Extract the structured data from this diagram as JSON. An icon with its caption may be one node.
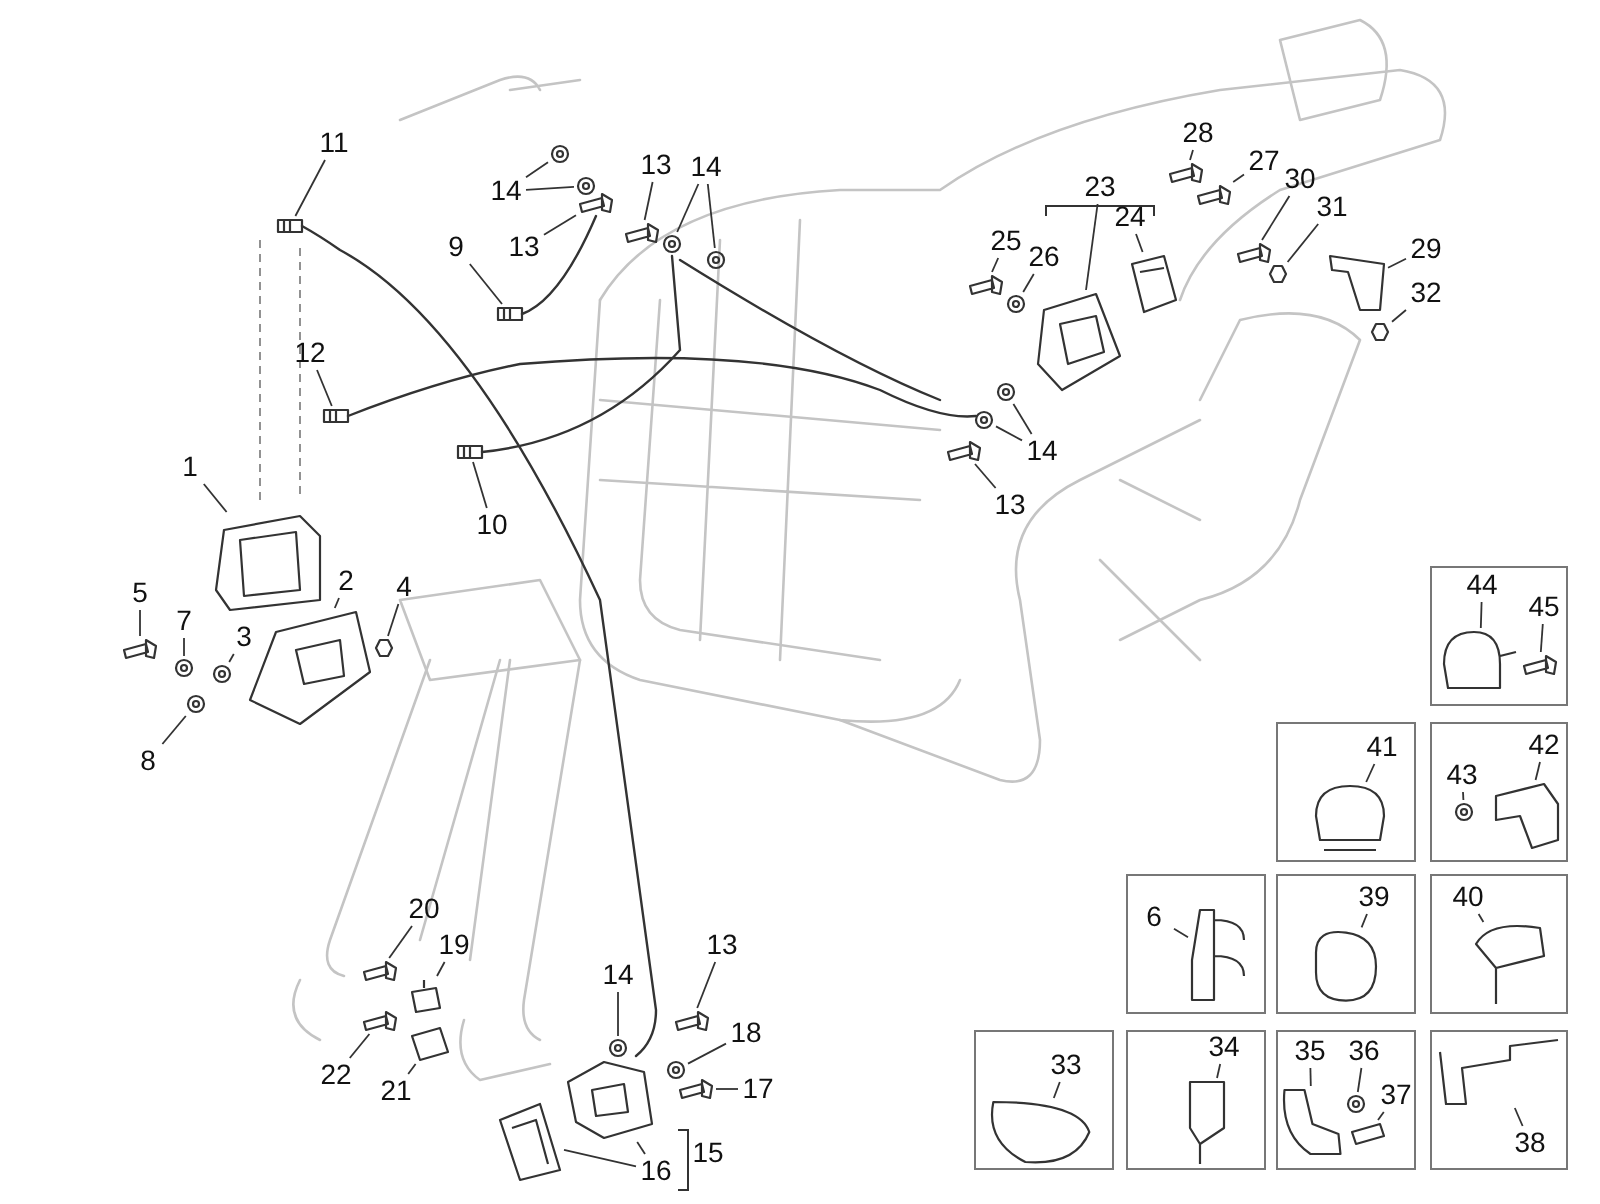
{
  "diagram": {
    "nodes": [
      {
        "text": [
          "11"
        ]
      },
      {
        "text": [
          "14"
        ]
      },
      {
        "text": [
          "9"
        ]
      },
      {
        "text": [
          "13"
        ]
      },
      {
        "text": [
          "13"
        ]
      },
      {
        "text": [
          "14"
        ]
      },
      {
        "text": [
          "28"
        ]
      },
      {
        "text": [
          "27"
        ]
      },
      {
        "text": [
          "30"
        ]
      },
      {
        "text": [
          "23"
        ]
      },
      {
        "text": [
          "31"
        ]
      },
      {
        "text": [
          "25"
        ]
      },
      {
        "text": [
          "24"
        ]
      },
      {
        "text": [
          "26"
        ]
      },
      {
        "text": [
          "29"
        ]
      },
      {
        "text": [
          "32"
        ]
      },
      {
        "text": [
          "12"
        ]
      },
      {
        "text": [
          "14"
        ]
      },
      {
        "text": [
          "1"
        ]
      },
      {
        "text": [
          "13"
        ]
      },
      {
        "text": [
          "10"
        ]
      },
      {
        "text": [
          "2"
        ]
      },
      {
        "text": [
          "4"
        ]
      },
      {
        "text": [
          "5"
        ]
      },
      {
        "text": [
          "7"
        ]
      },
      {
        "text": [
          "3"
        ]
      },
      {
        "text": [
          "8"
        ]
      },
      {
        "text": [],
        "shape": "box"
      },
      {
        "text": [
          "44"
        ],
        "in": 27
      },
      {
        "text": [
          "45"
        ],
        "in": 27
      },
      {
        "text": [],
        "shape": "box"
      },
      {
        "text": [
          "41"
        ],
        "in": 30
      },
      {
        "text": [],
        "shape": "box"
      },
      {
        "text": [
          "42"
        ],
        "in": 32
      },
      {
        "text": [
          "43"
        ],
        "in": 32
      },
      {
        "text": [
          "20"
        ]
      },
      {
        "text": [
          "19"
        ]
      },
      {
        "text": [
          "13"
        ]
      },
      {
        "text": [
          "14"
        ]
      },
      {
        "text": [],
        "shape": "box"
      },
      {
        "text": [
          "6"
        ],
        "in": 39
      },
      {
        "text": [],
        "shape": "box"
      },
      {
        "text": [
          "39"
        ],
        "in": 41
      },
      {
        "text": [],
        "shape": "box"
      },
      {
        "text": [
          "40"
        ],
        "in": 43
      },
      {
        "text": [
          "18"
        ]
      },
      {
        "text": [
          "22"
        ]
      },
      {
        "text": [
          "21"
        ]
      },
      {
        "text": [
          "17"
        ]
      },
      {
        "text": [],
        "shape": "box"
      },
      {
        "text": [
          "33"
        ],
        "in": 49
      },
      {
        "text": [],
        "shape": "box"
      },
      {
        "text": [
          "34"
        ],
        "in": 51
      },
      {
        "text": [],
        "shape": "box"
      },
      {
        "text": [
          "35"
        ],
        "in": 53
      },
      {
        "text": [
          "36"
        ],
        "in": 53
      },
      {
        "text": [
          "37"
        ],
        "in": 53
      },
      {
        "text": [],
        "shape": "box"
      },
      {
        "text": [
          "38"
        ],
        "in": 57
      },
      {
        "text": [
          "15"
        ]
      },
      {
        "text": [
          "16"
        ]
      },
      {
        "text": [],
        "shape": "picture"
      },
      {
        "text": [],
        "shape": "picture"
      },
      {
        "text": [],
        "shape": "picture"
      },
      {
        "text": [],
        "shape": "picture"
      },
      {
        "text": [],
        "shape": "picture"
      },
      {
        "text": [],
        "shape": "picture"
      },
      {
        "text": [],
        "shape": "picture"
      },
      {
        "text": [],
        "shape": "picture"
      },
      {
        "text": [],
        "shape": "picture"
      },
      {
        "text": [],
        "shape": "picture"
      },
      {
        "text": [],
        "shape": "picture"
      },
      {
        "text": [],
        "shape": "picture"
      },
      {
        "text": [],
        "shape": "picture"
      },
      {
        "text": [],
        "shape": "picture"
      },
      {
        "text": [],
        "shape": "picture"
      },
      {
        "text": [],
        "shape": "picture"
      },
      {
        "text": [],
        "shape": "picture"
      },
      {
        "text": [],
        "shape": "picture"
      },
      {
        "text": [],
        "shape": "picture"
      },
      {
        "text": [],
        "shape": "picture"
      },
      {
        "text": [],
        "shape": "picture"
      },
      {
        "text": [],
        "shape": "picture"
      },
      {
        "text": [],
        "shape": "picture"
      },
      {
        "text": [],
        "shape": "picture"
      },
      {
        "text": [],
        "shape": "picture"
      },
      {
        "text": [],
        "shape": "picture"
      },
      {
        "text": [],
        "shape": "picture"
      },
      {
        "text": [],
        "shape": "picture"
      },
      {
        "text": [],
        "shape": "picture"
      },
      {
        "text": [],
        "shape": "picture"
      },
      {
        "text": [],
        "shape": "picture",
        "in": 27
      },
      {
        "text": [],
        "shape": "picture",
        "in": 27
      },
      {
        "text": [],
        "shape": "picture",
        "in": 30
      },
      {
        "text": [],
        "shape": "picture",
        "in": 32
      },
      {
        "text": [],
        "shape": "picture",
        "in": 32
      },
      {
        "text": [],
        "shape": "picture"
      },
      {
        "text": [],
        "shape": "picture"
      },
      {
        "text": [],
        "shape": "picture"
      },
      {
        "text": [],
        "shape": "picture"
      },
      {
        "text": [],
        "shape": "picture",
        "in": 39
      },
      {
        "text": [],
        "shape": "picture",
        "in": 41
      },
      {
        "text": [],
        "shape": "picture",
        "in": 43
      },
      {
        "text": [],
        "shape": "picture"
      },
      {
        "text": [],
        "shape": "picture"
      },
      {
        "text": [],
        "shape": "picture"
      },
      {
        "text": [],
        "shape": "picture"
      },
      {
        "text": [],
        "shape": "picture",
        "in": 49
      },
      {
        "text": [],
        "shape": "picture",
        "in": 51
      },
      {
        "text": [],
        "shape": "picture",
        "in": 53
      },
      {
        "text": [],
        "shape": "picture",
        "in": 53
      },
      {
        "text": [],
        "shape": "picture",
        "in": 53
      },
      {
        "text": [],
        "shape": "picture",
        "in": 57
      },
      {
        "text": [],
        "shape": "picture"
      },
      {
        "text": [],
        "shape": "picture"
      }
    ],
    "edges": [
      {
        "from": 0,
        "to": 61,
        "arrow": "none"
      },
      {
        "from": 1,
        "to": 62,
        "arrow": "none"
      },
      {
        "from": 1,
        "to": 63,
        "arrow": "none"
      },
      {
        "from": 2,
        "to": 64,
        "arrow": "none"
      },
      {
        "from": 3,
        "to": 65,
        "arrow": "none"
      },
      {
        "from": 4,
        "to": 66,
        "arrow": "none"
      },
      {
        "from": 5,
        "to": 67,
        "arrow": "none"
      },
      {
        "from": 5,
        "to": 68,
        "arrow": "none"
      },
      {
        "from": 6,
        "to": 69,
        "arrow": "none"
      },
      {
        "from": 7,
        "to": 70,
        "arrow": "none"
      },
      {
        "from": 8,
        "to": 71,
        "arrow": "none"
      },
      {
        "from": 9,
        "to": 72,
        "arrow": "none"
      },
      {
        "from": 10,
        "to": 73,
        "arrow": "none"
      },
      {
        "from": 11,
        "to": 74,
        "arrow": "none"
      },
      {
        "from": 12,
        "to": 75,
        "arrow": "none"
      },
      {
        "from": 13,
        "to": 76,
        "arrow": "none"
      },
      {
        "from": 14,
        "to": 77,
        "arrow": "none"
      },
      {
        "from": 15,
        "to": 78,
        "arrow": "none"
      },
      {
        "from": 16,
        "to": 79,
        "arrow": "none"
      },
      {
        "from": 17,
        "to": 80,
        "arrow": "none"
      },
      {
        "from": 17,
        "to": 81,
        "arrow": "none"
      },
      {
        "from": 18,
        "to": 82,
        "arrow": "none"
      },
      {
        "from": 19,
        "to": 83,
        "arrow": "none"
      },
      {
        "from": 20,
        "to": 84,
        "arrow": "none"
      },
      {
        "from": 21,
        "to": 85,
        "arrow": "none"
      },
      {
        "from": 22,
        "to": 86,
        "arrow": "none"
      },
      {
        "from": 23,
        "to": 87,
        "arrow": "none"
      },
      {
        "from": 24,
        "to": 88,
        "arrow": "none"
      },
      {
        "from": 25,
        "to": 89,
        "arrow": "none"
      },
      {
        "from": 26,
        "to": 90,
        "arrow": "none"
      },
      {
        "from": 28,
        "to": 91,
        "arrow": "none"
      },
      {
        "from": 29,
        "to": 92,
        "arrow": "none"
      },
      {
        "from": 31,
        "to": 93,
        "arrow": "none"
      },
      {
        "from": 33,
        "to": 94,
        "arrow": "none"
      },
      {
        "from": 34,
        "to": 95,
        "arrow": "none"
      },
      {
        "from": 35,
        "to": 96,
        "arrow": "none"
      },
      {
        "from": 36,
        "to": 97,
        "arrow": "none"
      },
      {
        "from": 37,
        "to": 98,
        "arrow": "none"
      },
      {
        "from": 38,
        "to": 99,
        "arrow": "none"
      },
      {
        "from": 40,
        "to": 100,
        "arrow": "none"
      },
      {
        "from": 42,
        "to": 101,
        "arrow": "none"
      },
      {
        "from": 44,
        "to": 102,
        "arrow": "none"
      },
      {
        "from": 45,
        "to": 103,
        "arrow": "none"
      },
      {
        "from": 46,
        "to": 104,
        "arrow": "none"
      },
      {
        "from": 47,
        "to": 105,
        "arrow": "none"
      },
      {
        "from": 48,
        "to": 106,
        "arrow": "none"
      },
      {
        "from": 50,
        "to": 107,
        "arrow": "none"
      },
      {
        "from": 52,
        "to": 108,
        "arrow": "none"
      },
      {
        "from": 54,
        "to": 109,
        "arrow": "none"
      },
      {
        "from": 55,
        "to": 110,
        "arrow": "none"
      },
      {
        "from": 56,
        "to": 111,
        "arrow": "none"
      },
      {
        "from": 58,
        "to": 112,
        "arrow": "none"
      },
      {
        "from": 60,
        "to": 113,
        "arrow": "none"
      },
      {
        "from": 60,
        "to": 114,
        "arrow": "none"
      }
    ]
  }
}
